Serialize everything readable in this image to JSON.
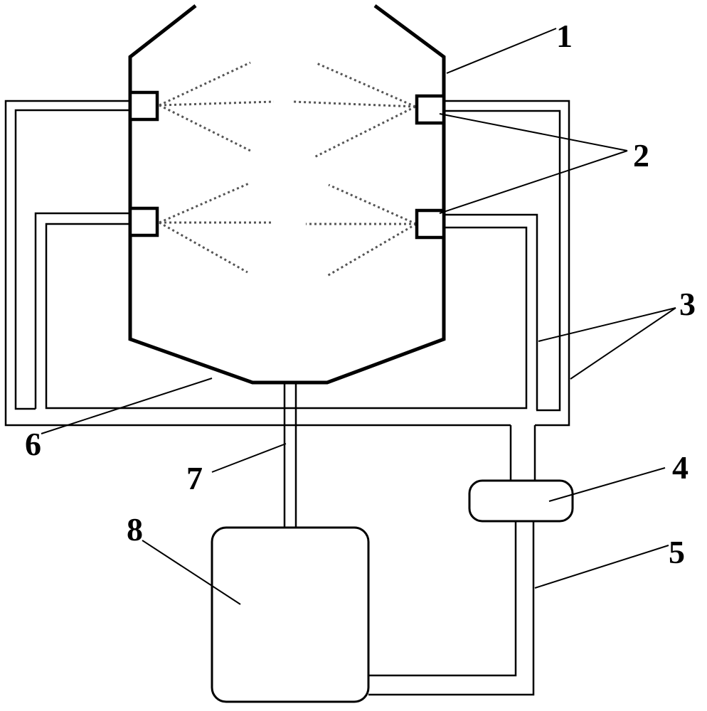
{
  "colors": {
    "stroke": "#000000",
    "spray": "#555555",
    "background": "#ffffff"
  },
  "labels": {
    "tank": "1",
    "nozzles": "2",
    "pipes": "3",
    "pump": "4",
    "return_pipe": "5",
    "tank_bottom": "6",
    "drain_pipe": "7",
    "collector": "8"
  }
}
